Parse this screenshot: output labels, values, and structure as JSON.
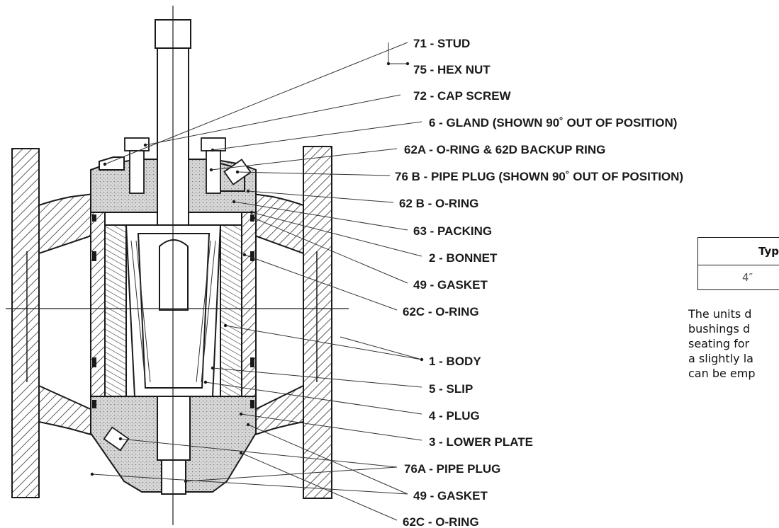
{
  "callouts": [
    {
      "id": "stud",
      "text": "71 - STUD"
    },
    {
      "id": "hex-nut",
      "text": "75 - HEX NUT"
    },
    {
      "id": "cap-screw",
      "text": "72 - CAP SCREW"
    },
    {
      "id": "gland",
      "text": "6 - GLAND (SHOWN 90˚ OUT OF POSITION)"
    },
    {
      "id": "o-ring-62a",
      "text": "62A - O-RING & 62D BACKUP RING"
    },
    {
      "id": "pipe-plug-76b",
      "text": "76 B - PIPE PLUG (SHOWN 90˚ OUT OF POSITION)"
    },
    {
      "id": "o-ring-62b",
      "text": "62 B - O-RING"
    },
    {
      "id": "packing",
      "text": "63 - PACKING"
    },
    {
      "id": "bonnet",
      "text": "2 - BONNET"
    },
    {
      "id": "gasket-49-upper",
      "text": "49 - GASKET"
    },
    {
      "id": "o-ring-62c-upper",
      "text": "62C - O-RING"
    },
    {
      "id": "body",
      "text": "1 - BODY"
    },
    {
      "id": "slip",
      "text": "5 - SLIP"
    },
    {
      "id": "plug",
      "text": "4 - PLUG"
    },
    {
      "id": "lower-plate",
      "text": "3 - LOWER PLATE"
    },
    {
      "id": "pipe-plug-76a",
      "text": "76A - PIPE PLUG"
    },
    {
      "id": "gasket-49-lower",
      "text": "49 - GASKET"
    },
    {
      "id": "o-ring-62c-lower",
      "text": "62C - O-RING"
    }
  ],
  "table": {
    "header": "Typ",
    "row": "4″"
  },
  "note": {
    "lines": [
      "The units d",
      "bushings d",
      "seating for",
      "a slightly la",
      "can be emp"
    ]
  },
  "colors": {
    "line": "#1a1a1a",
    "hatch": "#333333"
  }
}
